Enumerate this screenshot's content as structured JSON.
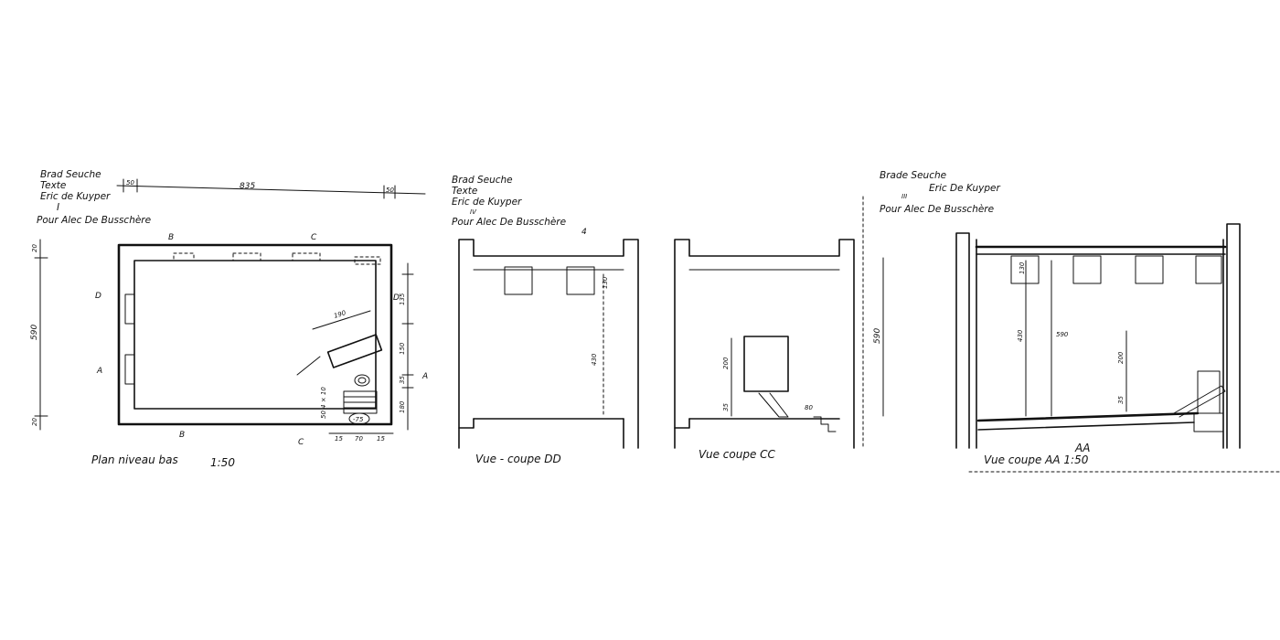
{
  "sheet_1": {
    "title_lines": [
      "Brad Seuche",
      "Texte",
      "Eric de Kuyper"
    ],
    "roman_numeral": "I",
    "subtitle": "Pour Alec De Busschère",
    "dims": {
      "top_left": "50",
      "top_main": "835",
      "top_right": "50",
      "left_height": "590",
      "diag": "190",
      "right_upper": "135",
      "right_mid": "150",
      "right_small": "35",
      "right_low": "180",
      "bottom_a": "15",
      "bottom_b": "70",
      "bottom_c": "15",
      "left_top_tick": "20",
      "left_bottom_tick": "20",
      "stair_label": "50 4 × 10",
      "level": "-75"
    },
    "section_marks": {
      "top_b": "B",
      "top_c": "C",
      "left_d": "D",
      "left_a": "A",
      "right_d": "D",
      "right_a": "A",
      "bottom_b": "B",
      "bottom_c": "C"
    },
    "caption_plan": "Plan niveau bas",
    "scale": "1:50"
  },
  "sheet_2": {
    "title_lines": [
      "Brad Seuche",
      "Texte",
      "Eric de Kuyper"
    ],
    "roman_numeral": "IV",
    "subtitle": "Pour Alec De Busschère",
    "page_number": "4",
    "dims": {
      "top": "130",
      "middle": "430",
      "right_bottom": "80",
      "door_h": "200",
      "door_small": "35"
    },
    "caption_view_1": "Vue - coupe DD",
    "caption_view_2": "Vue coupe CC"
  },
  "sheet_3": {
    "title_lines": [
      "Brade Seuche",
      "Eric De Kuyper"
    ],
    "roman_numeral": "III",
    "subtitle": "Pour Alec De Busschère",
    "dims": {
      "outer": "590",
      "inner_a": "590",
      "inner_b": "430",
      "top": "130",
      "right_mid": "200",
      "right_small": "35"
    },
    "caption_section": "AA",
    "caption_view": "Vue coupe AA 1:50"
  }
}
